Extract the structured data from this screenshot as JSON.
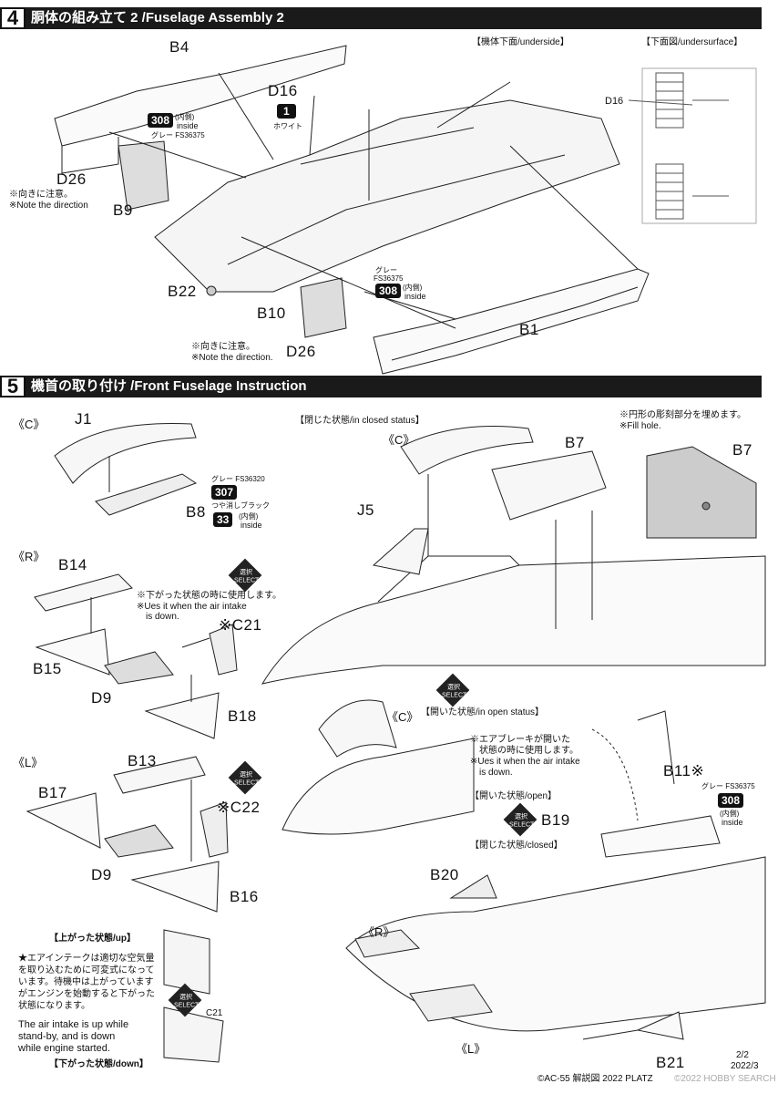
{
  "step4": {
    "number": "4",
    "title": "胴体の組み立て 2 /Fuselage Assembly 2",
    "underside_label": "【機体下面/underside】",
    "undersurface_label": "【下面図/undersurface】",
    "parts": {
      "b4": "B4",
      "d16": "D16",
      "d16_right": "D16",
      "d26_top": "D26",
      "b9": "B9",
      "b22": "B22",
      "b10": "B10",
      "d26_bottom": "D26",
      "b1": "B1"
    },
    "paint_308_top": {
      "code": "308",
      "inside": "(内側)",
      "inside_en": "inside",
      "color": "グレー FS36375"
    },
    "paint_1": {
      "code": "1",
      "name": "ホワイト"
    },
    "paint_308_bottom": {
      "code": "308",
      "color_ja": "グレー",
      "color_fs": "FS36375",
      "inside": "(内側)",
      "inside_en": "inside"
    },
    "note_top": {
      "ja": "※向きに注意。",
      "en": "※Note the direction"
    },
    "note_bottom": {
      "ja": "※向きに注意。",
      "en": "※Note the direction."
    }
  },
  "step5": {
    "number": "5",
    "title": "機首の取り付け /Front Fuselage Instruction",
    "c_label": "《C》",
    "r_label": "《R》",
    "l_label": "《L》",
    "closed_status": "【閉じた状態/in closed status】",
    "open_status": "【開いた状態/in open status】",
    "c_closed": "《C》",
    "c_open": "《C》",
    "r_bottom": "《R》",
    "l_bottom": "《L》",
    "parts": {
      "j1": "J1",
      "b8": "B8",
      "b14": "B14",
      "b15": "B15",
      "c21": "※C21",
      "d9_r": "D9",
      "b18": "B18",
      "b13": "B13",
      "b17": "B17",
      "c22": "※C22",
      "d9_l": "D9",
      "b16": "B16",
      "j5": "J5",
      "b7": "B7",
      "b7_inset": "B7",
      "b11": "B11※",
      "b19": "B19",
      "b20": "B20",
      "b21": "B21",
      "c21_small": "C21"
    },
    "paint_307": {
      "code": "307",
      "color": "グレー FS36320"
    },
    "paint_33": {
      "code": "33",
      "color": "つや消しブラック",
      "inside": "(内側)",
      "inside_en": "inside"
    },
    "paint_308": {
      "code": "308",
      "color": "グレー FS36375",
      "inside": "(内側)",
      "inside_en": "inside"
    },
    "select_text": "選択 SELECT",
    "note_r": {
      "ja": "※下がった状態の時に使用します。",
      "en1": "※Ues it when the air intake",
      "en2": "is down."
    },
    "note_fill": {
      "ja": "※円形の彫刻部分を埋めます。",
      "en": "※Fill hole."
    },
    "note_airbrake": {
      "ja1": "※エアブレーキが開いた",
      "ja2": "状態の時に使用します。",
      "en1": "※Ues it when the air intake",
      "en2": "is down."
    },
    "open_state": "【開いた状態/open】",
    "closed_state": "【閉じた状態/closed】",
    "up_state": "【上がった状態/up】",
    "down_state": "【下がった状態/down】",
    "intake_note_ja": [
      "★エアインテークは適切な空気量",
      "を取り込むために可変式になって",
      "います。待機中は上がっています",
      "がエンジンを始動すると下がった",
      "状態になります。"
    ],
    "intake_note_en": [
      "The air intake is up while",
      "stand-by, and is down",
      "while engine started."
    ]
  },
  "footer": {
    "copyright": "©AC-55 解説図 2022 PLATZ",
    "page": "2/2",
    "date": "2022/3",
    "watermark": "©2022 HOBBY SEARCH"
  }
}
